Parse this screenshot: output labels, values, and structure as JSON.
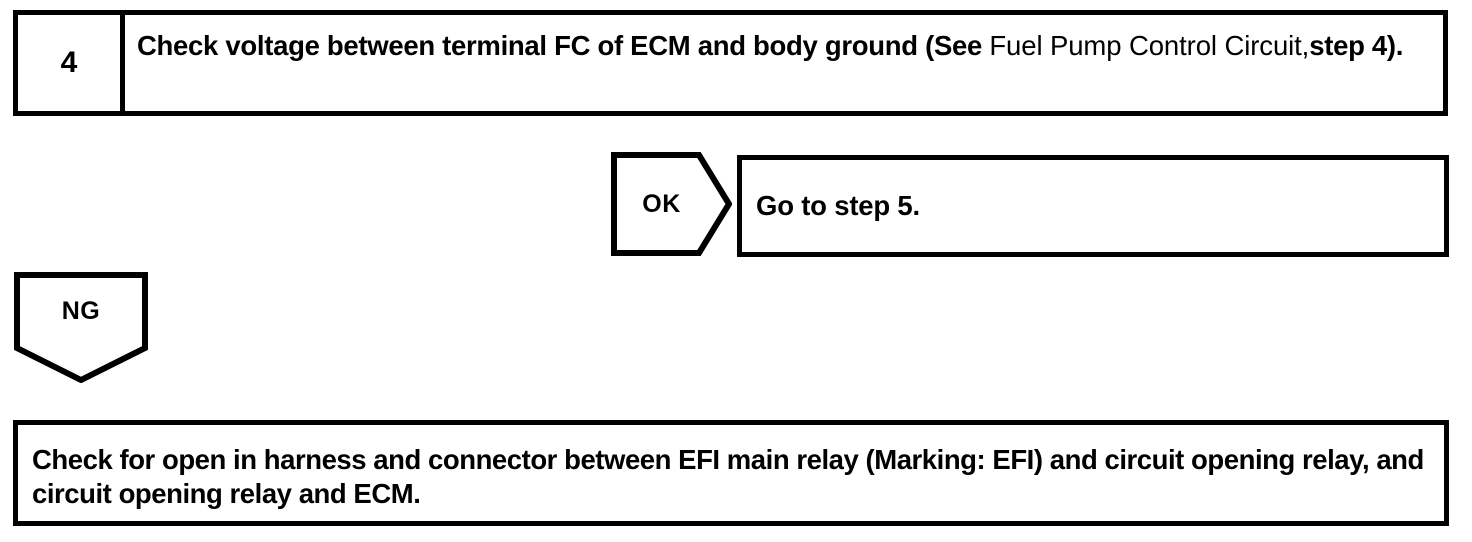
{
  "document": {
    "type": "diagnostic-flowchart",
    "background_color": "#ffffff",
    "line_color": "#000000"
  },
  "step": {
    "number": "4",
    "instruction_part1": "Check voltage between terminal FC of ECM and body ground (See ",
    "instruction_reference": "Fuel Pump Control Circuit,",
    "instruction_part2": "step 4)."
  },
  "branches": {
    "ok": {
      "label": "OK",
      "shape": "right-chevron",
      "result_text": "Go to step 5."
    },
    "ng": {
      "label": "NG",
      "shape": "down-arrow",
      "result_text": "Check for open in harness and connector between EFI main relay (Marking: EFI) and circuit opening relay, and circuit opening relay and ECM."
    }
  }
}
